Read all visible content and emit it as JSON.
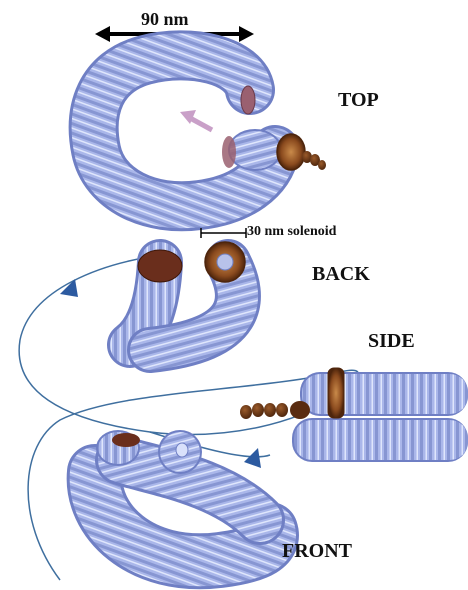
{
  "labels": {
    "scale_90": "90 nm",
    "scale_30": "30 nm solenoid",
    "top": "TOP",
    "back": "BACK",
    "side": "SIDE",
    "front": "FRONT"
  },
  "colors": {
    "fiber": "#a9b6e8",
    "fiber_shade": "#6f7fc4",
    "fiber_light": "#d9e1fb",
    "linker": "#8a4a1e",
    "linker_dark": "#5a2c10",
    "path": "#3f6f9f",
    "arrow_tip": "#2c5aa0",
    "inner_arrow": "#c9a0c8",
    "text": "#111111"
  },
  "icons": {
    "direction_arrow": "triangle-arrow-icon",
    "inner_arrow": "inner-arrow-icon"
  }
}
